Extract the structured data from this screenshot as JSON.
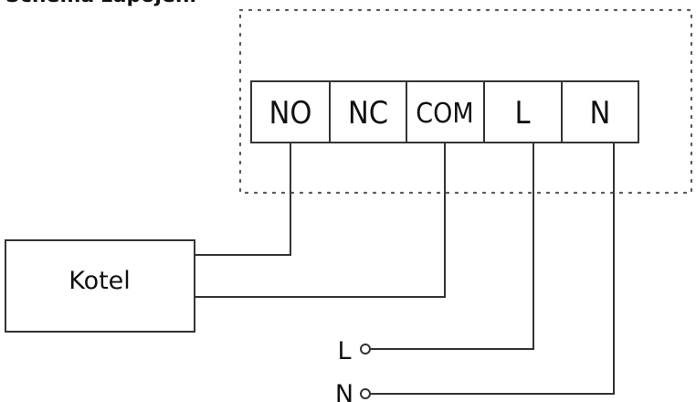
{
  "header_text": "Schéma zapojení",
  "terminals": [
    "NO",
    "NC",
    "COM",
    "L",
    "N"
  ],
  "boiler_label": "Kotel",
  "supply": {
    "l_label": "L",
    "n_label": "N"
  },
  "colors": {
    "line": "#3a3a3a",
    "text": "#111111",
    "background": "#ffffff"
  }
}
